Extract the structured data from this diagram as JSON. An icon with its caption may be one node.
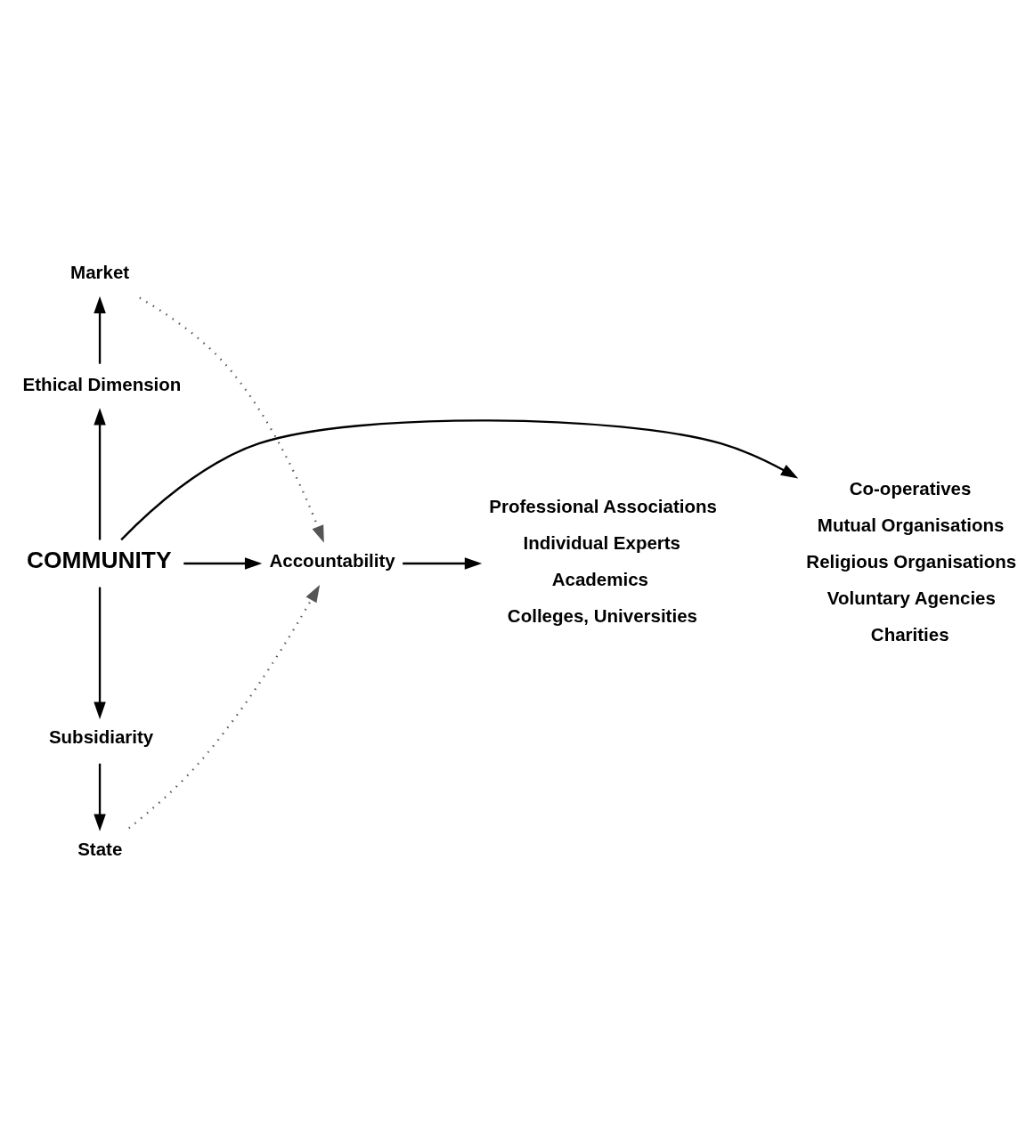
{
  "diagram": {
    "nodes": [
      {
        "text": [
          "Market"
        ]
      },
      {
        "text": [
          "Ethical Dimension"
        ]
      },
      {
        "text": [
          "COMMUNITY"
        ]
      },
      {
        "text": [
          "Accountability"
        ]
      },
      {
        "text": [
          "Subsidiarity"
        ]
      },
      {
        "text": [
          "State"
        ]
      },
      {
        "text": [
          "Co-operatives",
          "Mutual Organisations",
          "Religious Organisations",
          "Voluntary Agencies",
          "Charities"
        ]
      },
      {
        "text": [
          "Professional Associations",
          "Individual Experts",
          "Academics",
          "Colleges, Universities"
        ]
      }
    ],
    "edges": [
      {
        "from": 1,
        "to": 0,
        "arrow": "to"
      },
      {
        "from": 2,
        "to": 1,
        "arrow": "to"
      },
      {
        "from": 2,
        "to": 4,
        "arrow": "to"
      },
      {
        "from": 4,
        "to": 5,
        "arrow": "to"
      },
      {
        "from": 2,
        "to": 6,
        "arrow": "to"
      },
      {
        "from": 2,
        "to": 3,
        "arrow": "to"
      },
      {
        "from": 3,
        "to": 7,
        "arrow": "to"
      },
      {
        "from": 0,
        "to": 3,
        "arrow": "to",
        "style": "dashed",
        "color": "#555555"
      },
      {
        "from": 5,
        "to": 3,
        "arrow": "to",
        "style": "dashed",
        "color": "#555555"
      }
    ]
  }
}
